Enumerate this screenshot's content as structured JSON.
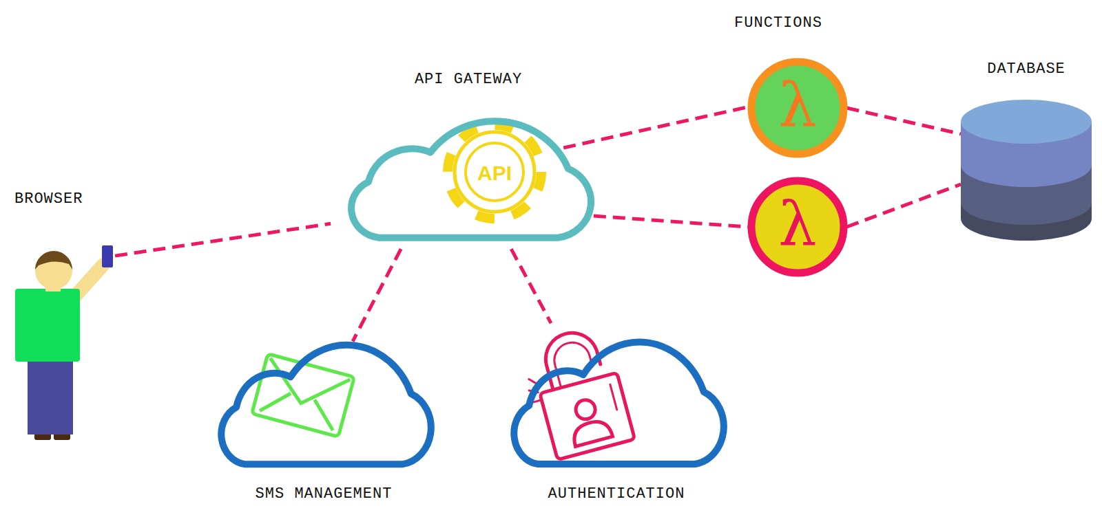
{
  "diagram": {
    "nodes": [
      {
        "text": [
          "BROWSER"
        ]
      },
      {
        "text": [
          "API GATEWAY"
        ]
      },
      {
        "text": [
          "λ"
        ]
      },
      {
        "text": [
          "λ"
        ]
      },
      {
        "text": [
          "DATABASE"
        ]
      },
      {
        "text": [
          "SMS MANAGEMENT"
        ]
      },
      {
        "text": [
          "AUTHENTICATION"
        ]
      }
    ],
    "edges": [
      {
        "from": 0,
        "to": 1,
        "arrow": "none"
      },
      {
        "from": 1,
        "to": 2,
        "arrow": "none"
      },
      {
        "from": 1,
        "to": 3,
        "arrow": "none"
      },
      {
        "from": 2,
        "to": 4,
        "arrow": "none"
      },
      {
        "from": 3,
        "to": 4,
        "arrow": "none"
      },
      {
        "from": 1,
        "to": 5,
        "arrow": "none"
      },
      {
        "from": 1,
        "to": 6,
        "arrow": "none"
      }
    ],
    "labels": [
      "FUNCTIONS",
      "API"
    ]
  }
}
